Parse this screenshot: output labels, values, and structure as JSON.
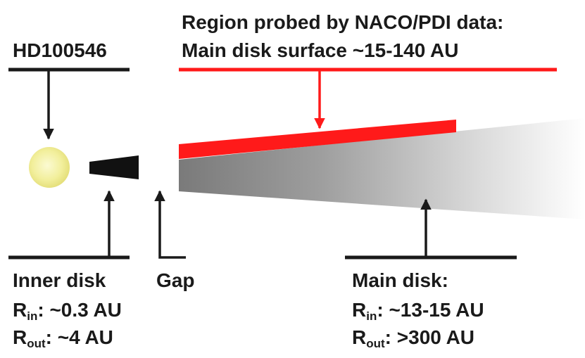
{
  "star": {
    "name": "HD100546",
    "color": "#f2ef9c"
  },
  "region": {
    "line1": "Region probed by NACO/PDI data:",
    "line2": "Main disk surface ~15-140 AU",
    "color": "#ff1a1a"
  },
  "inner_disk": {
    "title": "Inner disk",
    "rin_symbol": "R",
    "rin_sub": "in",
    "rin_value": ": ~0.3 AU",
    "rout_symbol": "R",
    "rout_sub": "out",
    "rout_value": ": ~4 AU"
  },
  "gap": {
    "title": "Gap"
  },
  "main_disk": {
    "title": "Main disk:",
    "rin_symbol": "R",
    "rin_sub": "in",
    "rin_value": ": ~13-15 AU",
    "rout_symbol": "R",
    "rout_sub": "out",
    "rout_value": ": >300 AU"
  }
}
